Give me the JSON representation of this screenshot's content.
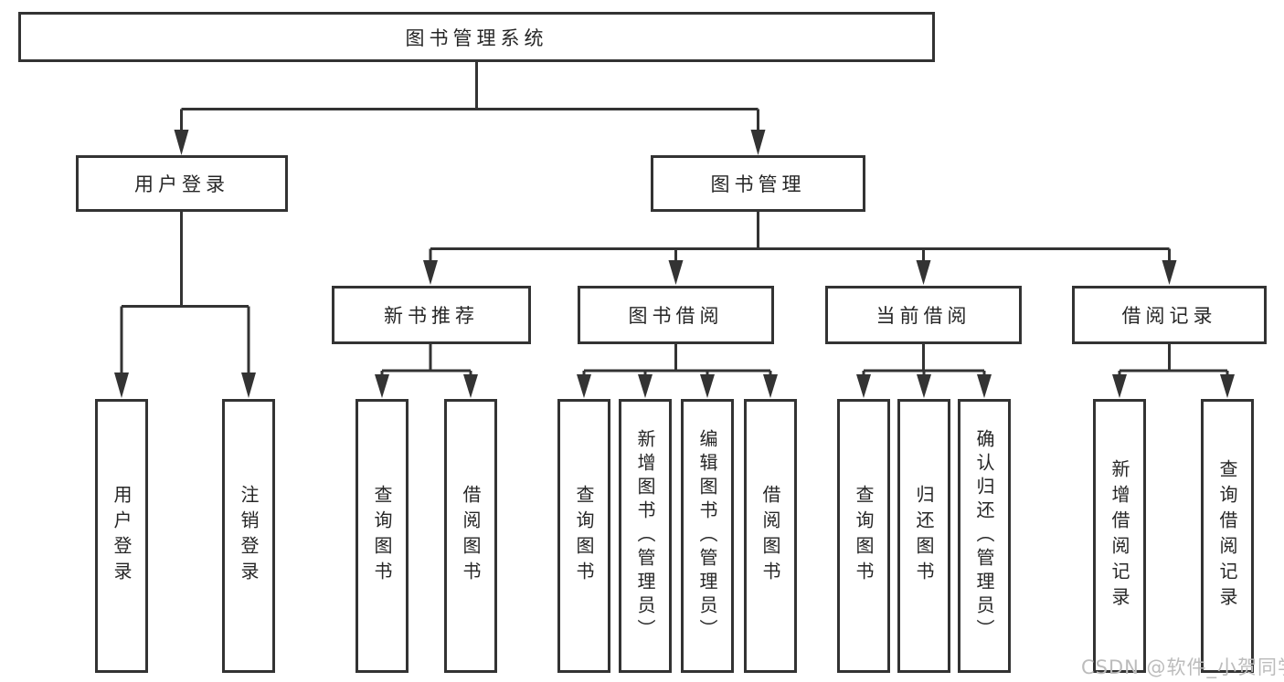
{
  "tree": {
    "root": {
      "label": "图书管理系统"
    },
    "branches": [
      {
        "label": "用户登录",
        "children": [
          {
            "label": "用户登录"
          },
          {
            "label": "注销登录"
          }
        ]
      },
      {
        "label": "图书管理",
        "children": [
          {
            "label": "新书推荐",
            "children": [
              {
                "label": "查询图书"
              },
              {
                "label": "借阅图书"
              }
            ]
          },
          {
            "label": "图书借阅",
            "children": [
              {
                "label": "查询图书"
              },
              {
                "label": "新增图书（管理员）"
              },
              {
                "label": "编辑图书（管理员）"
              },
              {
                "label": "借阅图书"
              }
            ]
          },
          {
            "label": "当前借阅",
            "children": [
              {
                "label": "查询图书"
              },
              {
                "label": "归还图书"
              },
              {
                "label": "确认归还（管理员）"
              }
            ]
          },
          {
            "label": "借阅记录",
            "children": [
              {
                "label": "新增借阅记录"
              },
              {
                "label": "查询借阅记录"
              }
            ]
          }
        ]
      }
    ]
  },
  "watermark": {
    "text": "CSDN @软件_小贺同学"
  },
  "colors": {
    "line": "#333333",
    "text": "#262626",
    "box_background": "#ffffff",
    "watermark": "#bcbcbc",
    "page_background": "#ffffff"
  }
}
